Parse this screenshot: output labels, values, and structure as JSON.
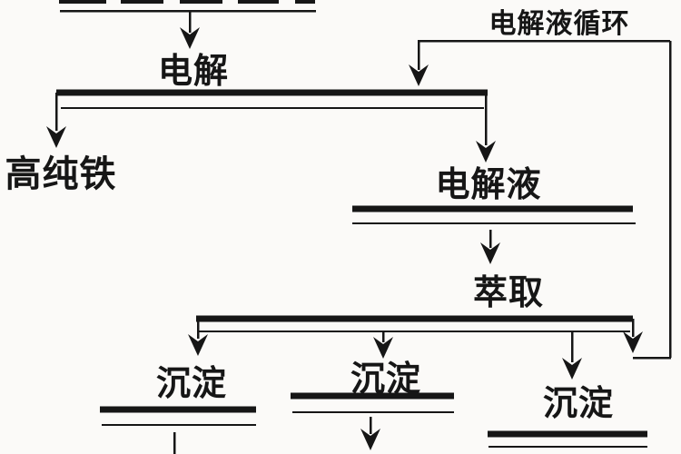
{
  "meta": {
    "type": "process-flow-diagram",
    "language": "zh",
    "description_of_pixels": "Black serif Chinese flowchart on white background; nodes are underlined with a thick and a thin horizontal bar; V-shaped arrowheads"
  },
  "colors": {
    "ink": "#161616",
    "background": "#fbfaf8"
  },
  "labels": {
    "electrolysis": "电解",
    "high_purity_iron": "高纯铁",
    "electrolyte": "电解液",
    "electrolyte_recycle": "电解液循环",
    "extraction": "萃取",
    "precipitation_left": "沉淀",
    "precipitation_middle": "沉淀",
    "precipitation_right": "沉淀"
  },
  "flow": [
    {
      "from": "cropped-feed-line",
      "to": "电解"
    },
    {
      "from": "电解",
      "to": "高纯铁"
    },
    {
      "from": "电解",
      "to": "电解液"
    },
    {
      "from": "电解液",
      "to": "萃取"
    },
    {
      "from": "萃取",
      "to": "沉淀 (left)"
    },
    {
      "from": "萃取",
      "to": "沉淀 (middle)"
    },
    {
      "from": "萃取",
      "to": "沉淀 (right)"
    },
    {
      "from": "萃取",
      "to": "电解液循环"
    },
    {
      "from": "电解液循环",
      "to": "电解"
    }
  ]
}
